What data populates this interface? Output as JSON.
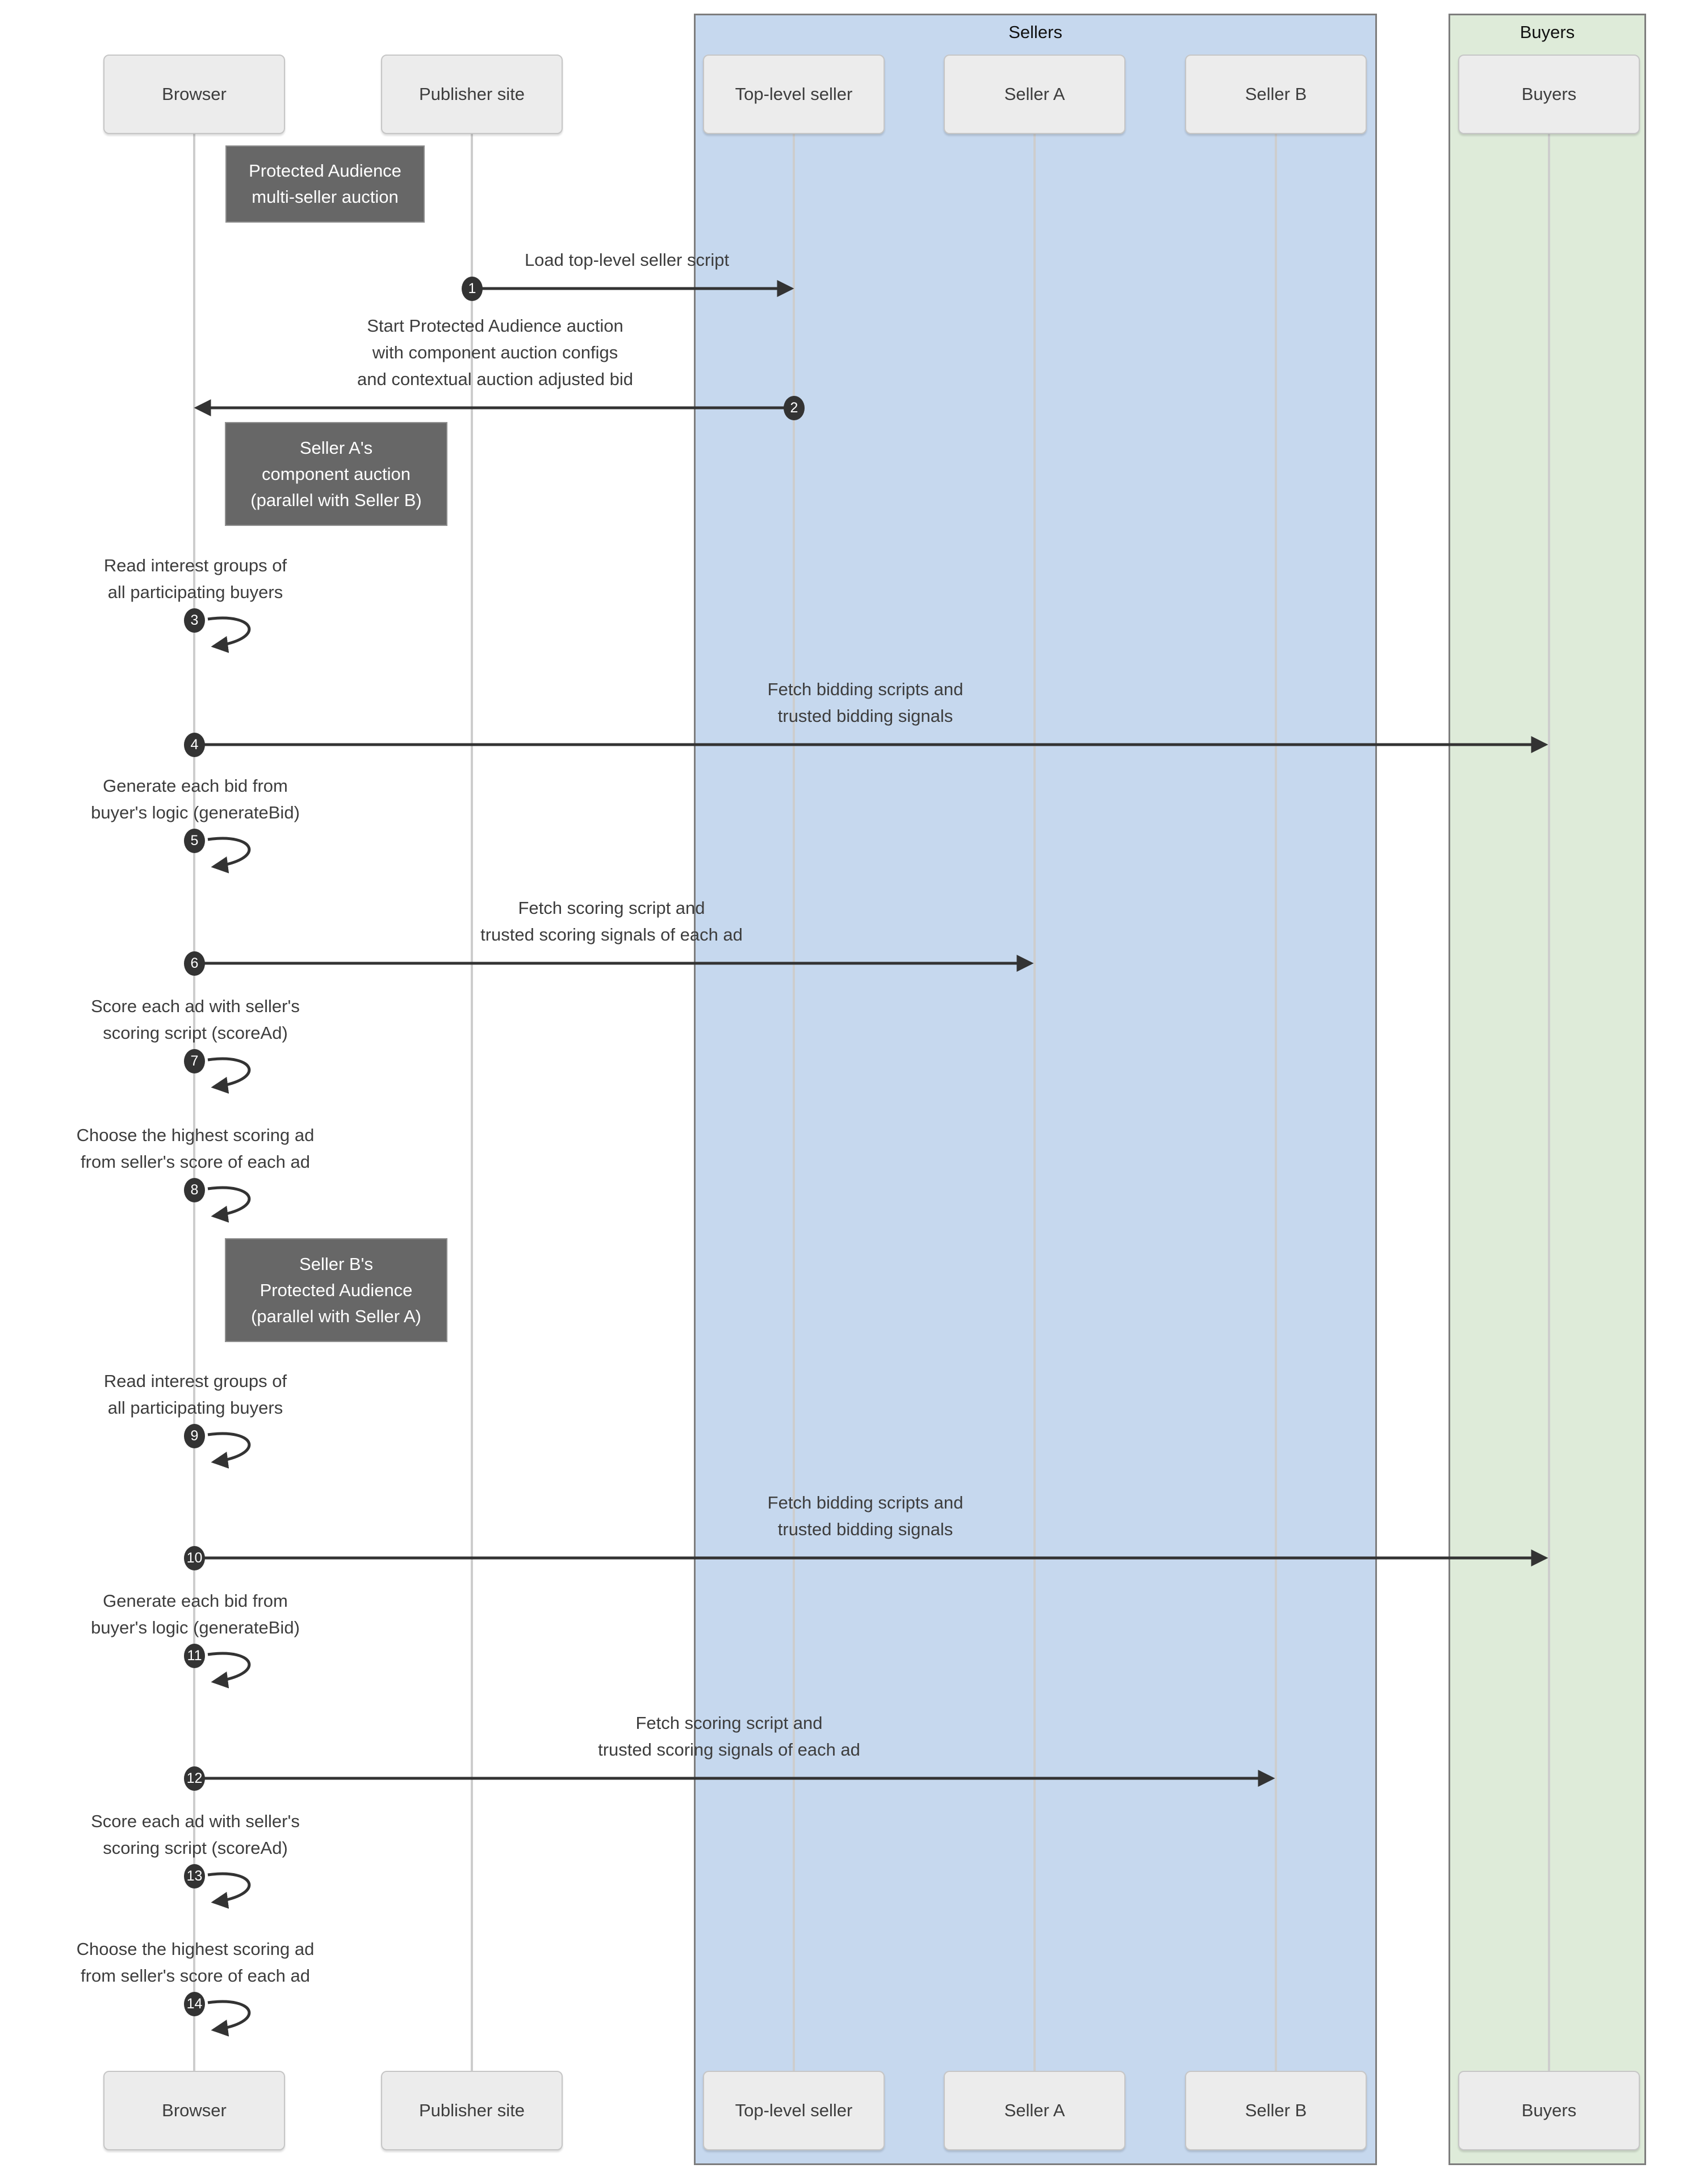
{
  "diagram_type": "sequence-diagram",
  "title_note": "Protected Audience multi-seller auction",
  "colors": {
    "sellers_group_fill": "#c6d8ee",
    "buyers_group_fill": "#deebd9",
    "group_border": "#7d7d7d",
    "actor_fill": "#ececec",
    "actor_border": "#c6c6c6",
    "note_fill": "#676767",
    "note_text": "#ffffff",
    "arrow": "#333333",
    "lifeline": "#cdcdcd",
    "label_text": "#3d3d3d"
  },
  "groups": [
    {
      "label": "Sellers"
    },
    {
      "label": "Buyers"
    }
  ],
  "actors": [
    {
      "label": "Browser",
      "group": null
    },
    {
      "label": "Publisher site",
      "group": null
    },
    {
      "label": "Top-level seller",
      "group": "Sellers"
    },
    {
      "label": "Seller A",
      "group": "Sellers"
    },
    {
      "label": "Seller B",
      "group": "Sellers"
    },
    {
      "label": "Buyers",
      "group": "Buyers"
    }
  ],
  "notes": [
    {
      "lines": [
        "Protected Audience",
        "multi-seller auction"
      ]
    },
    {
      "lines": [
        "Seller A's",
        "component auction",
        "(parallel with Seller B)"
      ]
    },
    {
      "lines": [
        "Seller B's",
        "Protected Audience",
        "(parallel with Seller A)"
      ]
    }
  ],
  "messages": [
    {
      "num": "1",
      "from": "Publisher site",
      "to": "Top-level seller",
      "kind": "arrow",
      "lines": [
        "Load top-level seller script"
      ]
    },
    {
      "num": "2",
      "from": "Top-level seller",
      "to": "Browser",
      "kind": "arrow",
      "lines": [
        "Start Protected Audience auction",
        "with component auction configs",
        "and contextual auction adjusted bid"
      ]
    },
    {
      "num": "3",
      "from": "Browser",
      "to": "Browser",
      "kind": "self-loop",
      "lines": [
        "Read interest groups of",
        "all participating buyers"
      ]
    },
    {
      "num": "4",
      "from": "Browser",
      "to": "Buyers",
      "kind": "arrow",
      "lines": [
        "Fetch bidding scripts and",
        "trusted bidding signals"
      ]
    },
    {
      "num": "5",
      "from": "Browser",
      "to": "Browser",
      "kind": "self-loop",
      "lines": [
        "Generate each bid from",
        "buyer's logic (generateBid)"
      ]
    },
    {
      "num": "6",
      "from": "Browser",
      "to": "Seller A",
      "kind": "arrow",
      "lines": [
        "Fetch scoring script and",
        "trusted scoring signals of each ad"
      ]
    },
    {
      "num": "7",
      "from": "Browser",
      "to": "Browser",
      "kind": "self-loop",
      "lines": [
        "Score each ad with seller's",
        "scoring script (scoreAd)"
      ]
    },
    {
      "num": "8",
      "from": "Browser",
      "to": "Browser",
      "kind": "self-loop",
      "lines": [
        "Choose the highest scoring ad",
        "from seller's score of each ad"
      ]
    },
    {
      "num": "9",
      "from": "Browser",
      "to": "Browser",
      "kind": "self-loop",
      "lines": [
        "Read interest groups of",
        "all participating buyers"
      ]
    },
    {
      "num": "10",
      "from": "Browser",
      "to": "Buyers",
      "kind": "arrow",
      "lines": [
        "Fetch bidding scripts and",
        "trusted bidding signals"
      ]
    },
    {
      "num": "11",
      "from": "Browser",
      "to": "Browser",
      "kind": "self-loop",
      "lines": [
        "Generate each bid from",
        "buyer's logic (generateBid)"
      ]
    },
    {
      "num": "12",
      "from": "Browser",
      "to": "Seller B",
      "kind": "arrow",
      "lines": [
        "Fetch scoring script and",
        "trusted scoring signals of each ad"
      ]
    },
    {
      "num": "13",
      "from": "Browser",
      "to": "Browser",
      "kind": "self-loop",
      "lines": [
        "Score each ad with seller's",
        "scoring script (scoreAd)"
      ]
    },
    {
      "num": "14",
      "from": "Browser",
      "to": "Browser",
      "kind": "self-loop",
      "lines": [
        "Choose the highest scoring ad",
        "from seller's score of each ad"
      ]
    }
  ]
}
